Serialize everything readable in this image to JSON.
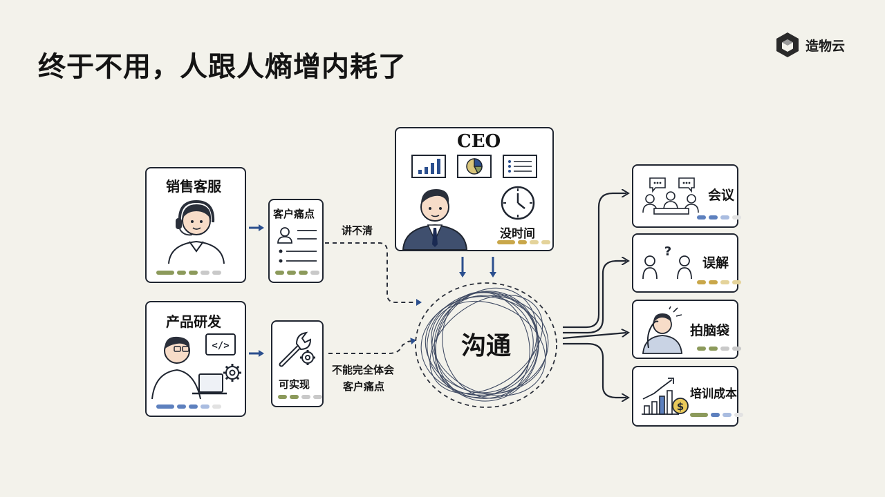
{
  "title": "终于不用，人跟人熵增内耗了",
  "logo": {
    "text": "造物云"
  },
  "diagram": {
    "sales": {
      "label": "销售客服"
    },
    "pain": {
      "label": "客户痛点"
    },
    "rnd": {
      "label": "产品研发"
    },
    "impl": {
      "label": "可实现"
    },
    "ceo": {
      "label": "CEO",
      "clock_label": "没时间"
    },
    "edge_unclear": "讲不清",
    "edge_misunderstand": [
      "不能完全体会",
      "客户痛点"
    ],
    "center": "沟通",
    "outcomes": [
      {
        "label": "会议"
      },
      {
        "label": "误解"
      },
      {
        "label": "拍脑袋"
      },
      {
        "label": "培训成本"
      }
    ],
    "code_glyph": "</>",
    "question_glyph": "?",
    "dollar_glyph": "$"
  }
}
